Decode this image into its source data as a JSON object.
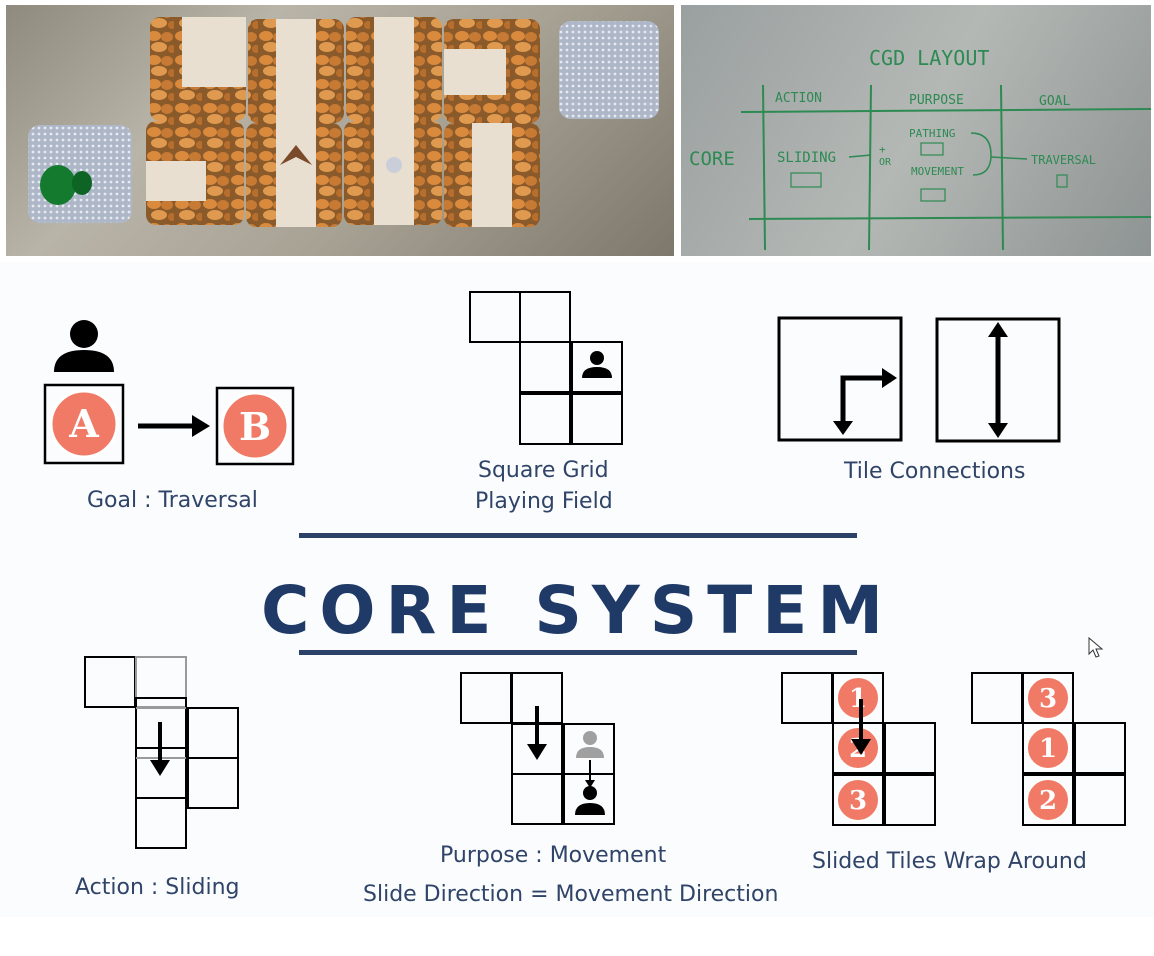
{
  "photos": {
    "board_photo": {
      "tile_count": 8,
      "token_color": "#137a2e"
    },
    "whiteboard": {
      "title": "CGD LAYOUT",
      "columns": [
        "ACTION",
        "PURPOSE",
        "GOAL"
      ],
      "row_label": "CORE",
      "action": "SLIDING",
      "or_mark": "OR",
      "plus_mark": "+",
      "purposes": [
        "PATHING",
        "MOVEMENT"
      ],
      "goal": "TRAVERSAL",
      "ink_color": "#2d8a52"
    }
  },
  "diagrams": {
    "goal": {
      "start": "A",
      "end": "B",
      "caption": "Goal : Traversal"
    },
    "grid": {
      "caption_line1": "Square Grid",
      "caption_line2": "Playing Field"
    },
    "connections": {
      "caption": "Tile Connections"
    },
    "core_title": "CORE SYSTEM",
    "action": {
      "caption": "Action : Sliding"
    },
    "purpose": {
      "caption": "Purpose : Movement",
      "subcaption": "Slide Direction = Movement Direction"
    },
    "wrap": {
      "before": [
        "1",
        "2",
        "3"
      ],
      "after": [
        "3",
        "1",
        "2"
      ],
      "caption": "Slided Tiles Wrap Around"
    }
  },
  "colors": {
    "accent": "#f07a66",
    "title": "#1f3a66",
    "text": "#2f4468",
    "rule": "#2c4167"
  }
}
